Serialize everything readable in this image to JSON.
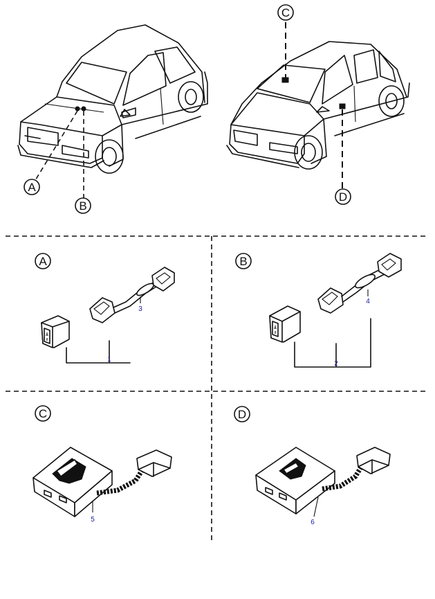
{
  "callouts": {
    "a": "A",
    "b": "B",
    "c": "C",
    "d": "D"
  },
  "panels": {
    "a": {
      "label": "A",
      "number_1": "1",
      "number_2": "3"
    },
    "b": {
      "label": "B",
      "number_1": "2",
      "number_2": "4"
    },
    "c": {
      "label": "C",
      "number": "5"
    },
    "d": {
      "label": "D",
      "number": "6"
    }
  }
}
